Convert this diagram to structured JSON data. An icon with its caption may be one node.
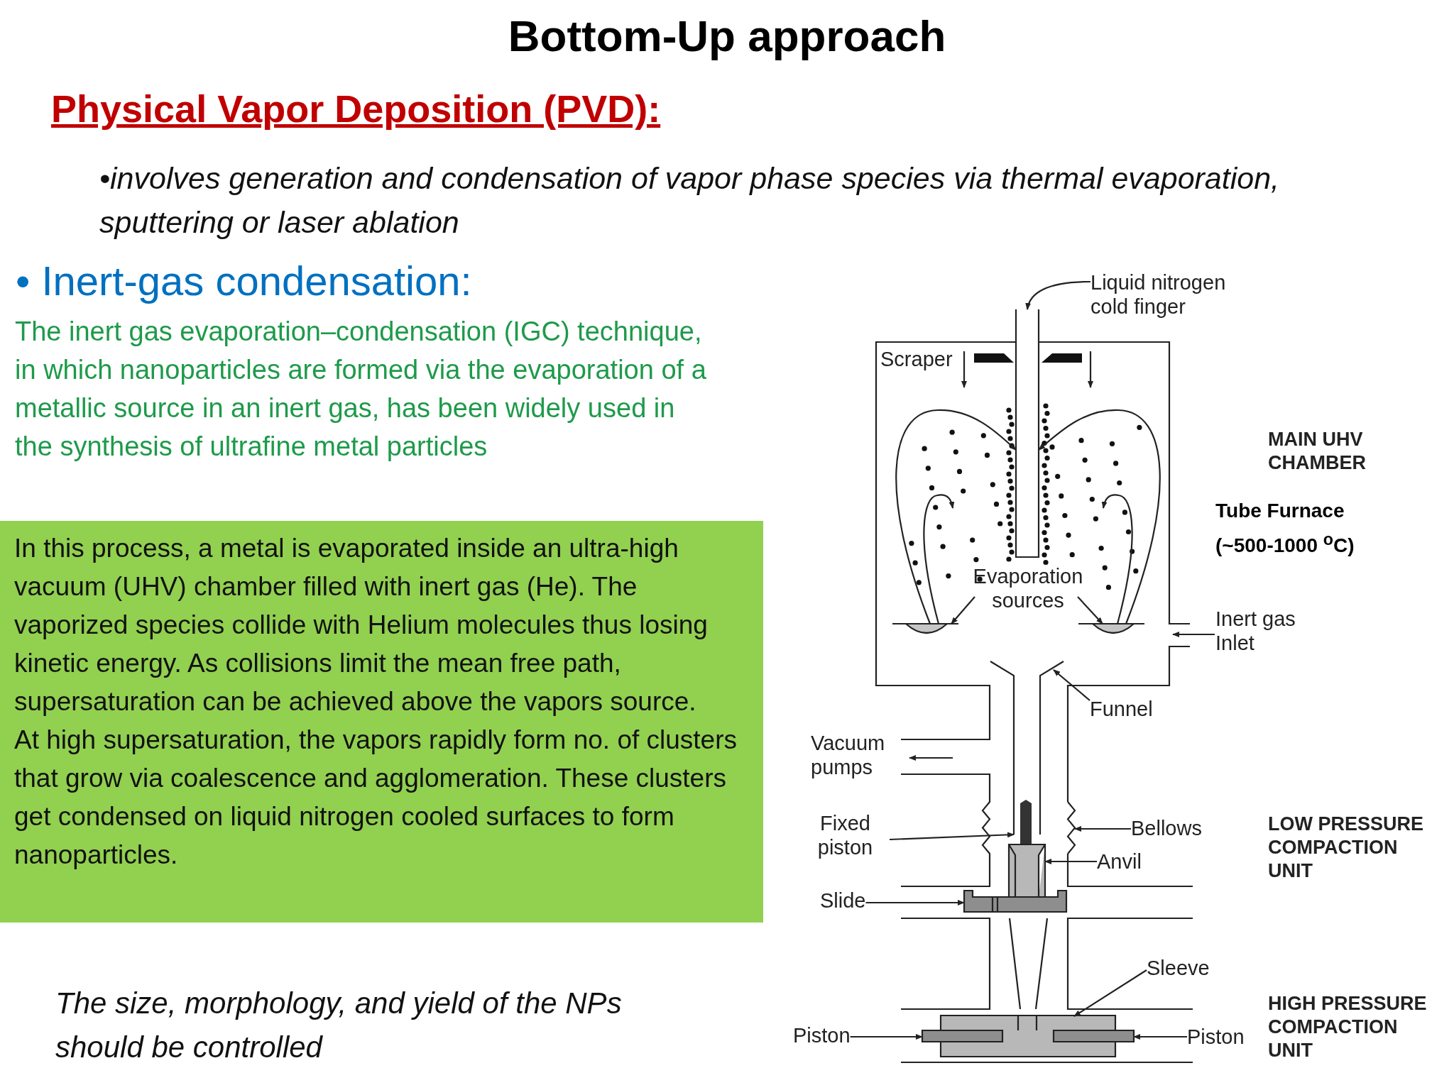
{
  "diagram": {
    "title": "Bottom-Up approach",
    "nodes": [
      {
        "text": [
          "In this process, a metal is evaporated inside an ultra-high vacuum (UHV) chamber filled with inert gas (He). The vaporized species collide with Helium molecules thus losing kinetic energy. As collisions limit the mean free path, supersaturation can be achieved above the vapors source.",
          "At high supersaturation, the vapors rapidly form no. of clusters that grow via coalescence and agglomeration. These clusters get condensed on liquid nitrogen cooled surfaces to form nanoparticles."
        ]
      },
      {
        "text": [
          "Liquid nitrogen cold finger"
        ]
      },
      {
        "text": [],
        "shape": "tube"
      },
      {
        "text": [
          "Evaporation sources"
        ]
      },
      {
        "text": [],
        "shape": "dish"
      },
      {
        "text": [],
        "shape": "dish"
      },
      {
        "text": [
          "Funnel"
        ]
      },
      {
        "text": [],
        "shape": "funnel"
      },
      {
        "text": [
          "Fixed piston"
        ]
      },
      {
        "text": [],
        "shape": "tube"
      },
      {
        "text": [
          "Bellows"
        ]
      },
      {
        "text": [],
        "shape": "bellows"
      },
      {
        "text": [
          "Anvil"
        ]
      },
      {
        "text": [],
        "shape": "box"
      },
      {
        "text": [
          "Slide"
        ]
      },
      {
        "text": [],
        "shape": "bar"
      },
      {
        "text": [
          "Sleeve"
        ]
      },
      {
        "text": [],
        "shape": "box"
      },
      {
        "text": [
          "Piston"
        ]
      },
      {
        "text": [],
        "shape": "bar"
      },
      {
        "text": [
          "Piston"
        ]
      },
      {
        "text": [],
        "shape": "bar"
      }
    ],
    "edges": [
      {
        "from": 1,
        "to": 2,
        "arrow": "to"
      },
      {
        "from": 3,
        "to": 4,
        "arrow": "to"
      },
      {
        "from": 3,
        "to": 5,
        "arrow": "to"
      },
      {
        "from": 6,
        "to": 7,
        "arrow": "to"
      },
      {
        "from": 8,
        "to": 9,
        "arrow": "to"
      },
      {
        "from": 10,
        "to": 11,
        "arrow": "to"
      },
      {
        "from": 12,
        "to": 13,
        "arrow": "to"
      },
      {
        "from": 14,
        "to": 15,
        "arrow": "to"
      },
      {
        "from": 16,
        "to": 17,
        "arrow": "to"
      },
      {
        "from": 18,
        "to": 19,
        "arrow": "to"
      },
      {
        "from": 20,
        "to": 21,
        "arrow": "to"
      },
      {
        "from": 4,
        "to": 2,
        "arrow": "to"
      },
      {
        "from": 5,
        "to": 2,
        "arrow": "to"
      },
      {
        "from": 4,
        "to": null,
        "arrow": "to"
      },
      {
        "from": 5,
        "to": null,
        "arrow": "to"
      }
    ],
    "labels": [
      "Physical Vapor Deposition (PVD):",
      "•involves generation and condensation of vapor phase species via thermal evaporation, sputtering or laser ablation",
      "• Inert-gas condensation:",
      "The inert gas evaporation–condensation (IGC) technique, in which nanoparticles are formed via the evaporation of a metallic source in an inert gas, has been widely used in the synthesis of ultrafine metal particles",
      "Scraper",
      "MAIN UHV CHAMBER",
      "Tube Furnace (~500-1000 $^{o}$C)",
      "Inert gas Inlet",
      "Vacuum pumps",
      "LOW PRESSURE COMPACTION UNIT",
      "HIGH PRESSURE COMPACTION UNIT",
      "The size, morphology, and yield of the NPs should be controlled"
    ]
  }
}
